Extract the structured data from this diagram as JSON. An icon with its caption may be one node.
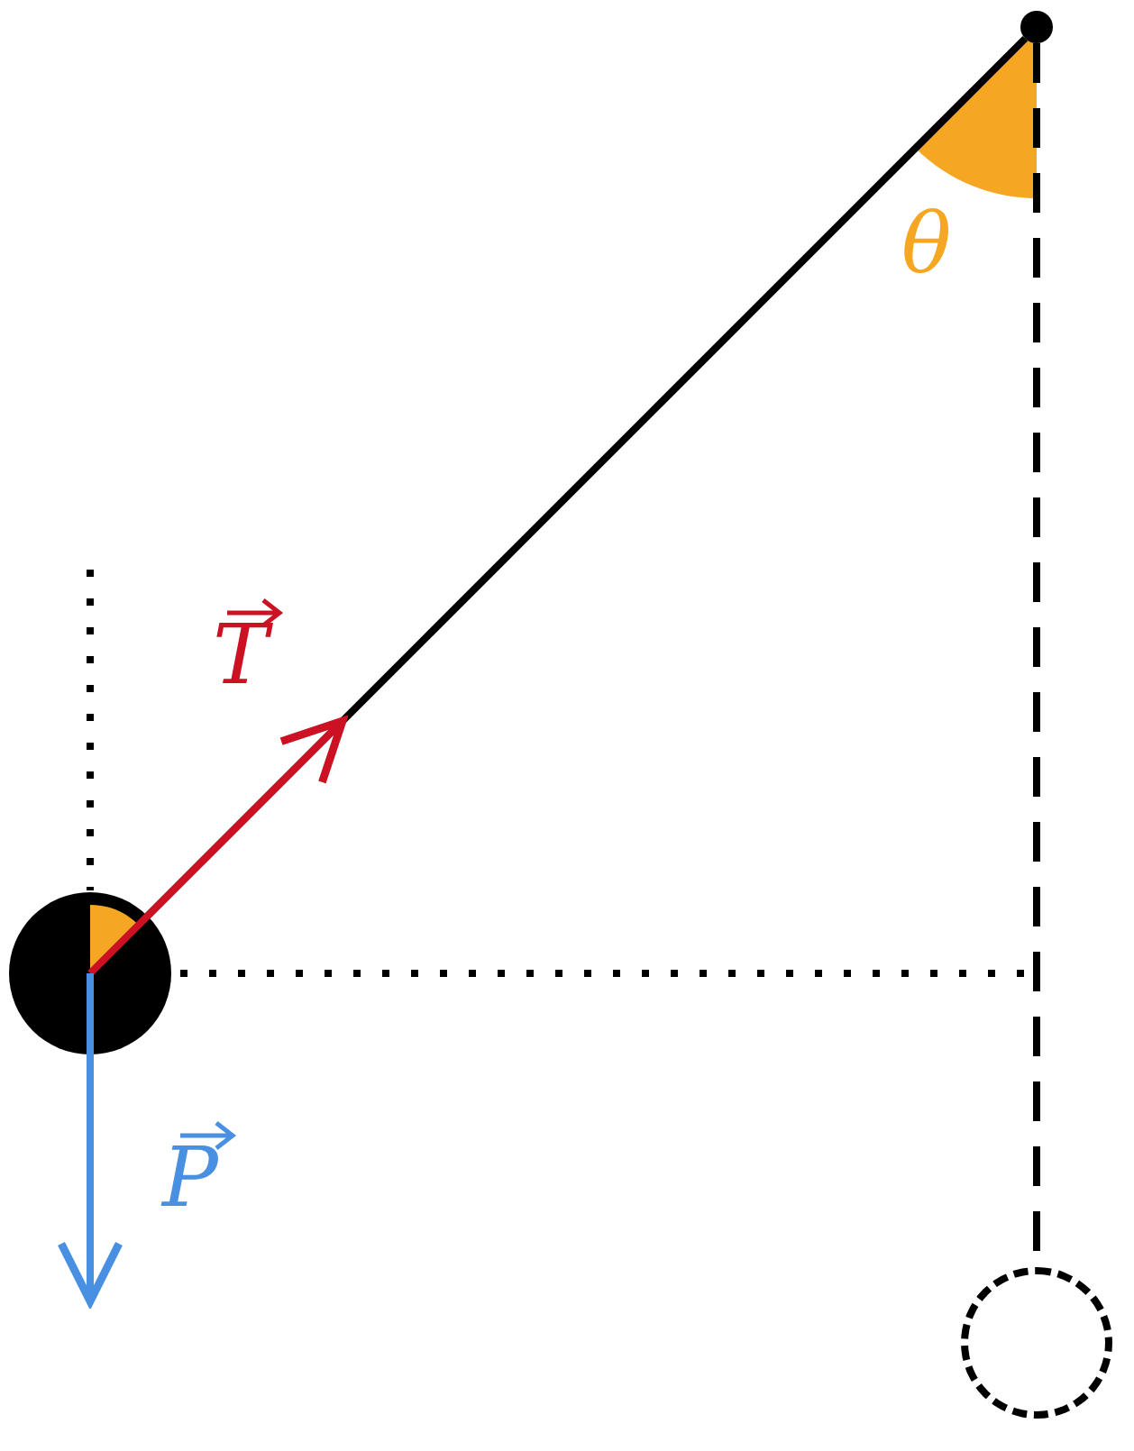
{
  "diagram": {
    "nodes": [
      {
        "text": [],
        "shape": "circle"
      },
      {
        "text": [],
        "shape": "circle"
      },
      {
        "text": [],
        "shape": "circle"
      }
    ],
    "edges": [
      {
        "from": 0,
        "to": 1,
        "arrow": "none"
      },
      {
        "from": 0,
        "to": 2,
        "arrow": "none",
        "style": "dashed"
      }
    ],
    "labels": [
      "θ",
      "T",
      "P"
    ]
  }
}
